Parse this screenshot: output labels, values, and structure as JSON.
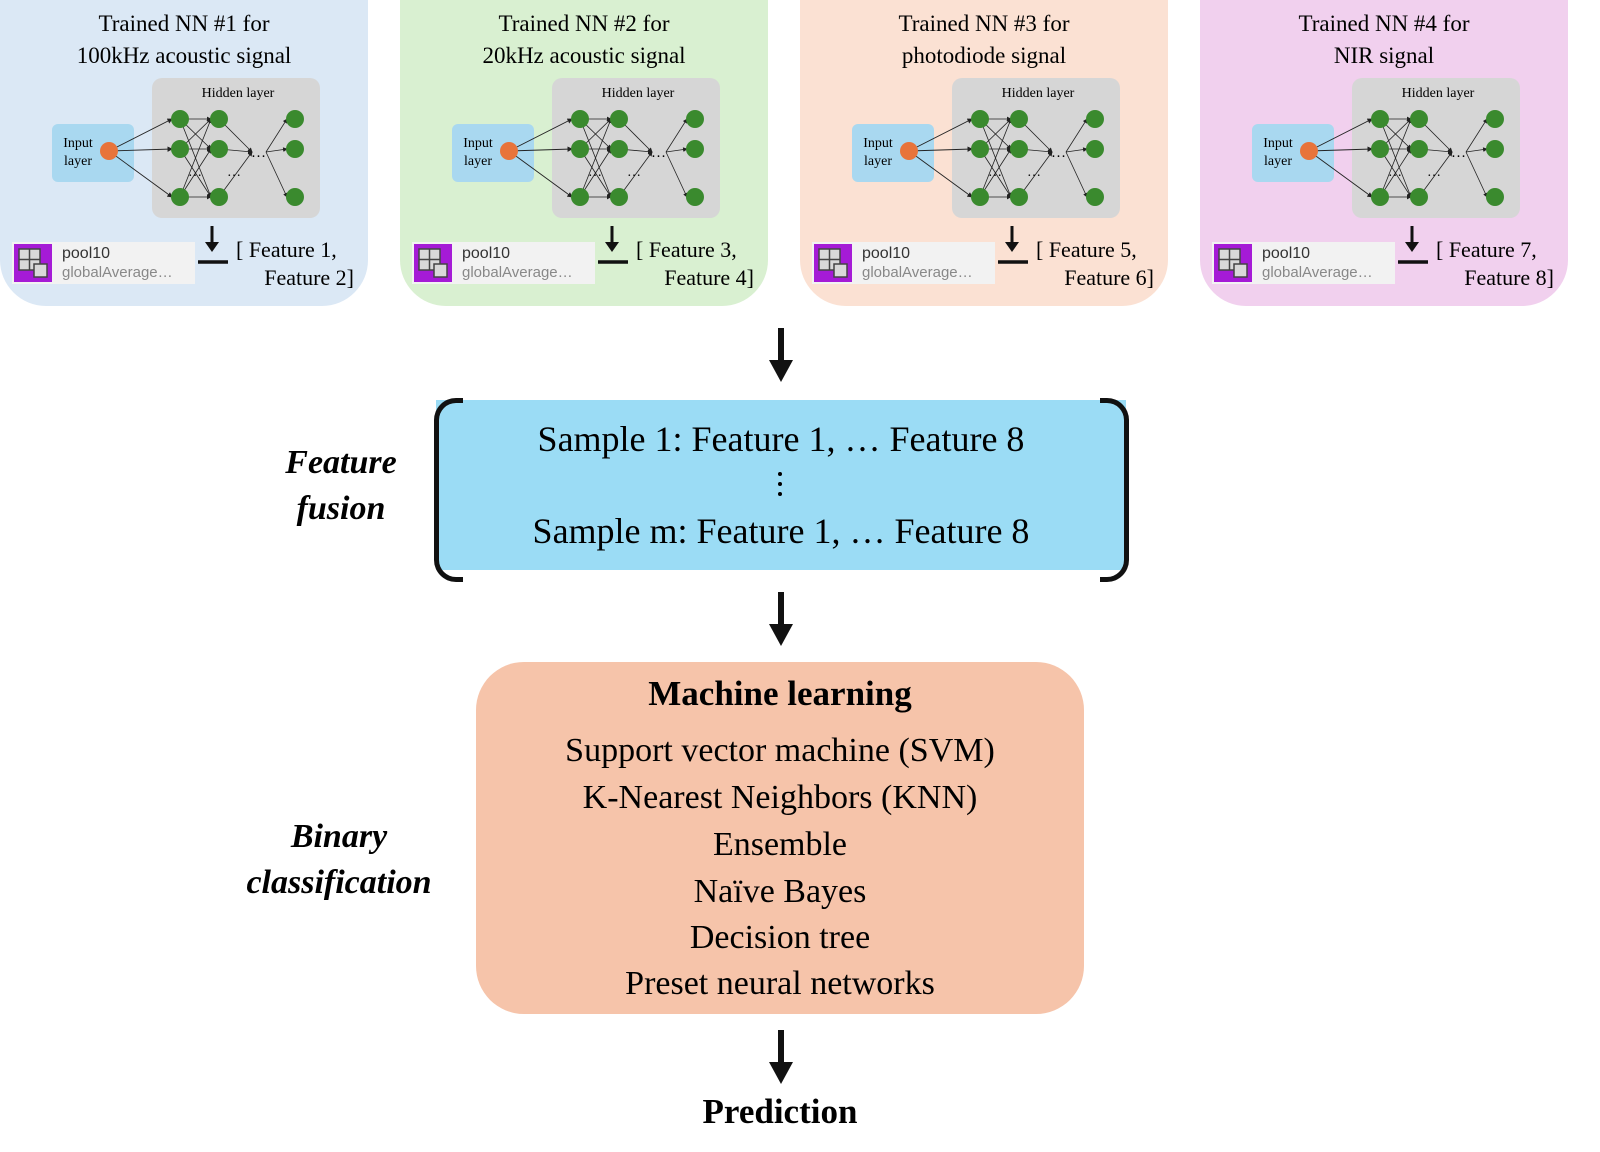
{
  "panels": [
    {
      "title_line1": "Trained NN #1 for",
      "title_line2": "100kHz acoustic signal",
      "color": "#dbe8f5",
      "features_line1": "[ Feature 1,",
      "features_line2": "Feature 2]"
    },
    {
      "title_line1": "Trained NN #2 for",
      "title_line2": "20kHz acoustic signal",
      "color": "#d9f0d1",
      "features_line1": "[ Feature 3,",
      "features_line2": "Feature 4]"
    },
    {
      "title_line1": "Trained NN #3 for",
      "title_line2": "photodiode signal",
      "color": "#fbe1d3",
      "features_line1": "[ Feature 5,",
      "features_line2": "Feature 6]"
    },
    {
      "title_line1": "Trained NN #4 for",
      "title_line2": "NIR signal",
      "color": "#f1d0ee",
      "features_line1": "[ Feature 7,",
      "features_line2": "Feature 8]"
    }
  ],
  "nn": {
    "input_label_line1": "Input",
    "input_label_line2": "layer",
    "hidden_label": "Hidden layer",
    "pool_name": "pool10",
    "pool_sub": "globalAverage…",
    "input_color": "#e8743b",
    "node_color": "#3a8a2e"
  },
  "fusion": {
    "label_line1": "Feature",
    "label_line2": "fusion",
    "sample_first": "Sample 1: Feature 1, … Feature 8",
    "sample_last": "Sample m: Feature 1, … Feature 8",
    "color": "#9bdcf5"
  },
  "classification": {
    "label_line1": "Binary",
    "label_line2": "classification"
  },
  "ml": {
    "title": "Machine learning",
    "items": [
      "Support vector machine (SVM)",
      "K-Nearest Neighbors (KNN)",
      "Ensemble",
      "Naïve Bayes",
      "Decision tree",
      "Preset neural networks"
    ],
    "color": "#f6c4aa"
  },
  "prediction": "Prediction"
}
